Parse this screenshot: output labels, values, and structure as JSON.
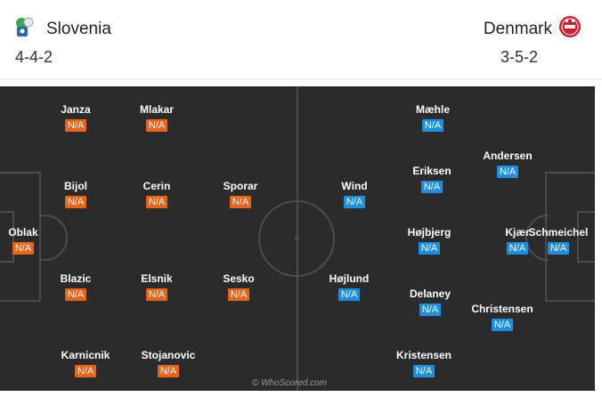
{
  "home": {
    "name": "Slovenia",
    "formation": "4-4-2",
    "crest_icon": "slovenia-crest-icon",
    "rating_color": "#e8641a",
    "players": [
      {
        "name": "Janza",
        "rating": "N/A"
      },
      {
        "name": "Mlakar",
        "rating": "N/A"
      },
      {
        "name": "Bijol",
        "rating": "N/A"
      },
      {
        "name": "Cerin",
        "rating": "N/A"
      },
      {
        "name": "Sporar",
        "rating": "N/A"
      },
      {
        "name": "Oblak",
        "rating": "N/A"
      },
      {
        "name": "Blazic",
        "rating": "N/A"
      },
      {
        "name": "Elsnik",
        "rating": "N/A"
      },
      {
        "name": "Sesko",
        "rating": "N/A"
      },
      {
        "name": "Karnicnik",
        "rating": "N/A"
      },
      {
        "name": "Stojanovic",
        "rating": "N/A"
      }
    ]
  },
  "away": {
    "name": "Denmark",
    "formation": "3-5-2",
    "crest_icon": "denmark-crest-icon",
    "rating_color": "#1d8fe0",
    "players": [
      {
        "name": "Mæhle",
        "rating": "N/A"
      },
      {
        "name": "Andersen",
        "rating": "N/A"
      },
      {
        "name": "Eriksen",
        "rating": "N/A"
      },
      {
        "name": "Wind",
        "rating": "N/A"
      },
      {
        "name": "Højbjerg",
        "rating": "N/A"
      },
      {
        "name": "Kjær",
        "rating": "N/A"
      },
      {
        "name": "Schmeichel",
        "rating": "N/A"
      },
      {
        "name": "Højlund",
        "rating": "N/A"
      },
      {
        "name": "Delaney",
        "rating": "N/A"
      },
      {
        "name": "Christensen",
        "rating": "N/A"
      },
      {
        "name": "Kristensen",
        "rating": "N/A"
      }
    ]
  },
  "watermark": "© WhoScored.com"
}
